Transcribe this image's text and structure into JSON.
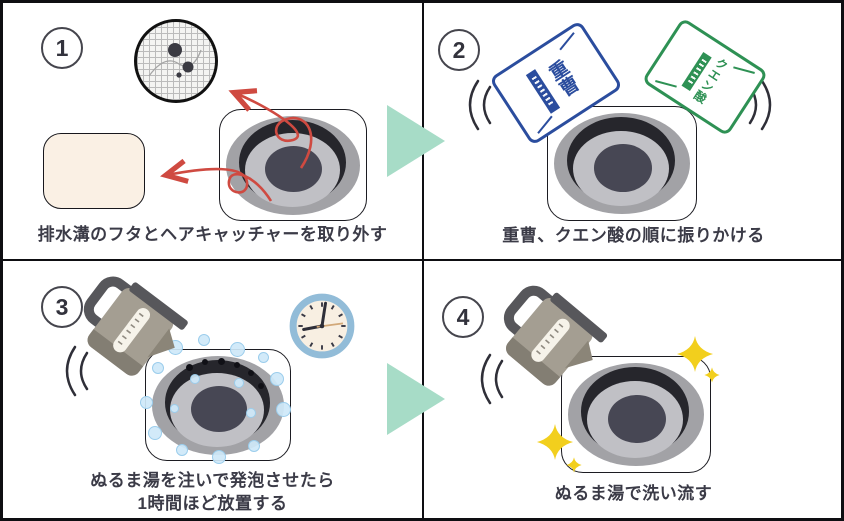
{
  "panels": [
    {
      "number": "1",
      "caption": "排水溝のフタとヘアキャッチャーを取り外す"
    },
    {
      "number": "2",
      "caption": "重曹、クエン酸の順に振りかける",
      "packets": [
        {
          "label": "重曹"
        },
        {
          "label": "クエン酸"
        }
      ]
    },
    {
      "number": "3",
      "caption_line1": "ぬるま湯を注いで発泡させたら",
      "caption_line2": "1時間ほど放置する"
    },
    {
      "number": "4",
      "caption": "ぬるま湯で洗い流す"
    }
  ],
  "icons": [
    "hair-catcher-icon",
    "drain-cover-icon",
    "drain-icon",
    "removal-arrow-icon",
    "step-arrow-icon",
    "baking-soda-packet-icon",
    "citric-acid-packet-icon",
    "shake-marks-icon",
    "kettle-icon",
    "clock-icon",
    "bubbles-icon",
    "sparkle-icon"
  ],
  "colors": {
    "step_arrow_teal": "#a7dcc7",
    "removal_arrow_red": "#cf4a41",
    "baking_soda_blue": "#2b4d9e",
    "citric_acid_green": "#2e9154",
    "sparkle_yellow": "#f2cf1d",
    "clock_rim_blue": "#92bcd8",
    "drain_cover_beige": "#faf0e4",
    "kettle_taupe": "#a49e92",
    "caption_text": "#3b3b47"
  }
}
